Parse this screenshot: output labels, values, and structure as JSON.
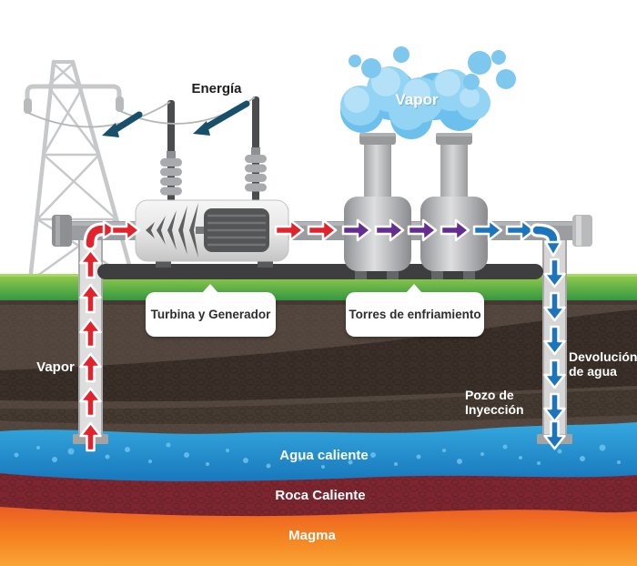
{
  "labels": {
    "energia": "Energía",
    "vapor_cloud": "Vapor",
    "turbina_generador": "Turbina y Generador",
    "torres_enfriamiento": "Torres de enfriamiento",
    "vapor_pozo": "Vapor",
    "devolucion_agua": "Devolución de agua",
    "pozo_inyeccion": "Pozo de Inyección",
    "agua_caliente": "Agua caliente",
    "roca_caliente": "Roca Caliente",
    "magma": "Magma"
  },
  "colors": {
    "energy_arrow": "#18506C",
    "steam_flow_arrow": "#E2232B",
    "hot_flow_arrow": "#662D91",
    "cool_flow_arrow": "#1C75BC",
    "steam_cloud": "#8ACDF1",
    "grass_top": "#97CE4D",
    "grass_bottom": "#2E9440",
    "soil": "#54473F",
    "soil_dark_band": "#3B3029",
    "hot_water_layer": "#2196D3",
    "hot_rock_layer": "#7D2630",
    "magma_top": "#EB5D24",
    "magma_bottom": "#F9A435",
    "pipe_gray": "#9C9DA0",
    "equipment_dark": "#58595B"
  },
  "icons": {
    "transmission_tower": "lattice-pylon",
    "steam_cloud": "cloud-puffs",
    "turbine_generator": "turbine-with-ribbed-generator",
    "cooling_towers": "two-stack-towers",
    "flow_arrows": "outlined-directional-arrows"
  }
}
